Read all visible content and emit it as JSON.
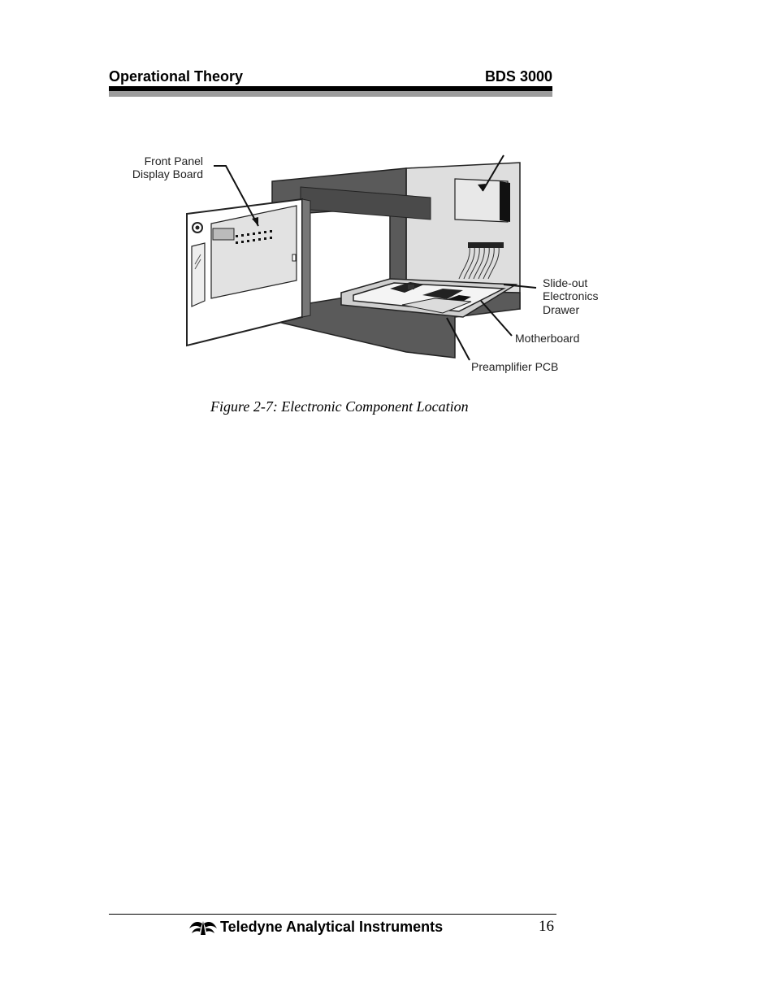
{
  "header": {
    "section_title": "Operational Theory",
    "product": "BDS 3000"
  },
  "figure": {
    "labels": {
      "front_panel_line1": "Front Panel",
      "front_panel_line2": "Display Board",
      "drawer_line1": "Slide-out",
      "drawer_line2": "Electronics",
      "drawer_line3": "Drawer",
      "motherboard": "Motherboard",
      "preamplifier": "Preamplifier PCB"
    },
    "caption": "Figure 2-7: Electronic Component Location"
  },
  "footer": {
    "company": "Teledyne Analytical Instruments",
    "page_number": "16"
  }
}
